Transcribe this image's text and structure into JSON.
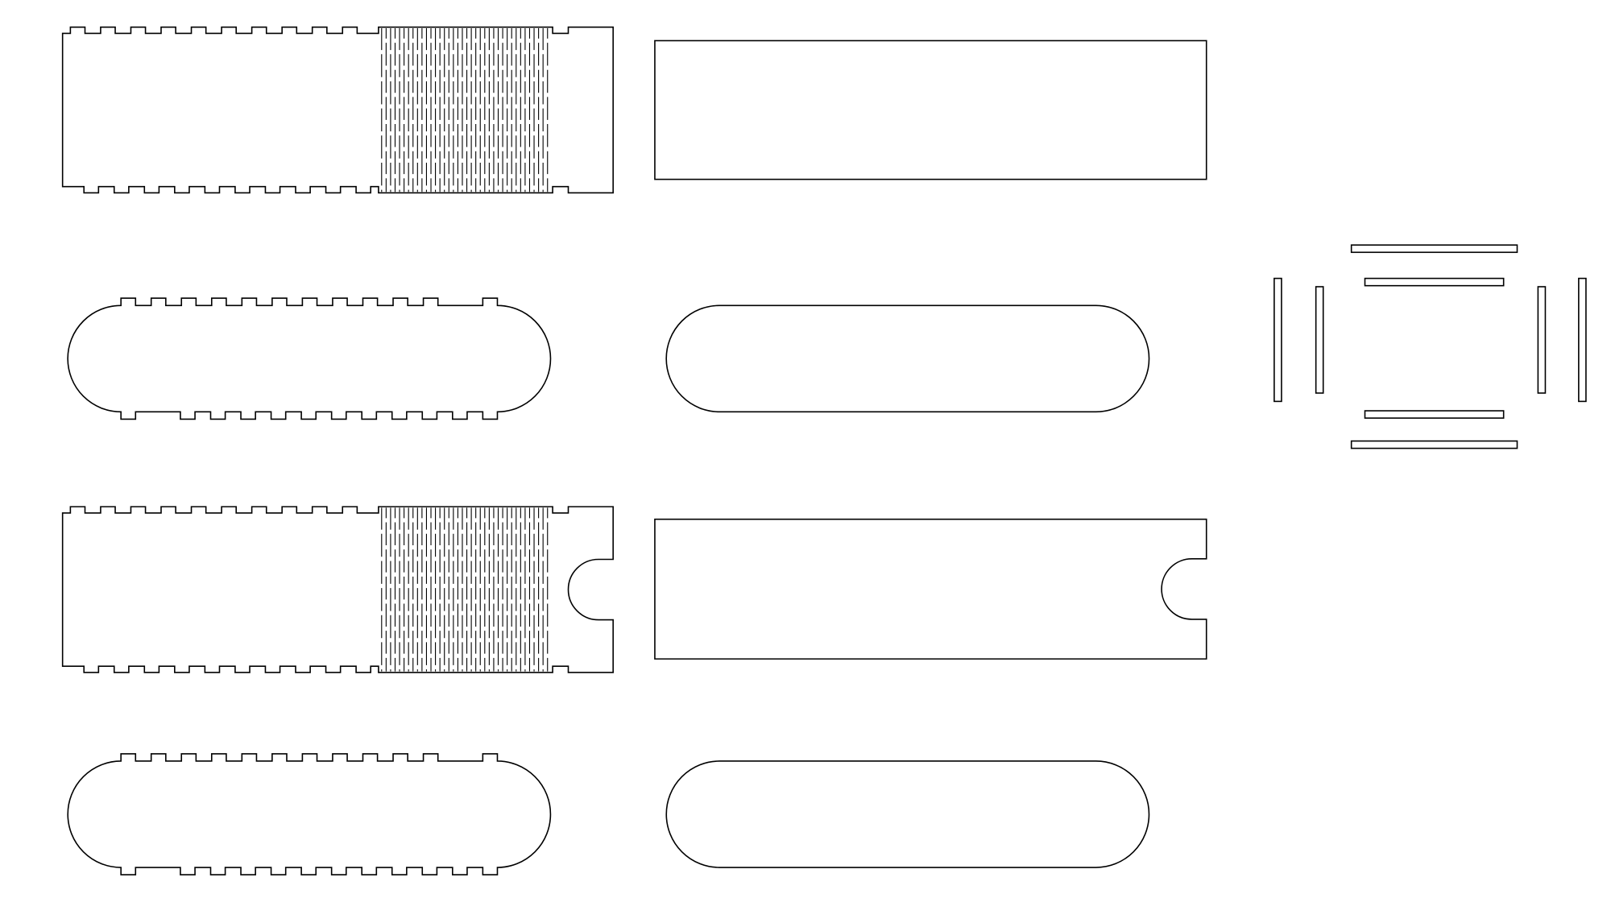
{
  "drawing": {
    "background_color": "#ffffff",
    "line_color": "#000000",
    "parts": [
      {
        "id": "wrap-panel-top",
        "kind": "finger-jointed strip with living hinge"
      },
      {
        "id": "plain-panel-top",
        "kind": "rectangular panel"
      },
      {
        "id": "end-cap-tabbed-1",
        "kind": "stadium with finger tabs"
      },
      {
        "id": "end-cap-plain-1",
        "kind": "stadium"
      },
      {
        "id": "wrap-panel-bottom",
        "kind": "finger-jointed strip with living hinge and thumb notch"
      },
      {
        "id": "plain-panel-bottom",
        "kind": "rectangular panel with thumb notch"
      },
      {
        "id": "end-cap-tabbed-2",
        "kind": "stadium with finger tabs"
      },
      {
        "id": "end-cap-plain-2",
        "kind": "stadium"
      },
      {
        "id": "slat-set",
        "kind": "eight thin slats"
      }
    ]
  }
}
